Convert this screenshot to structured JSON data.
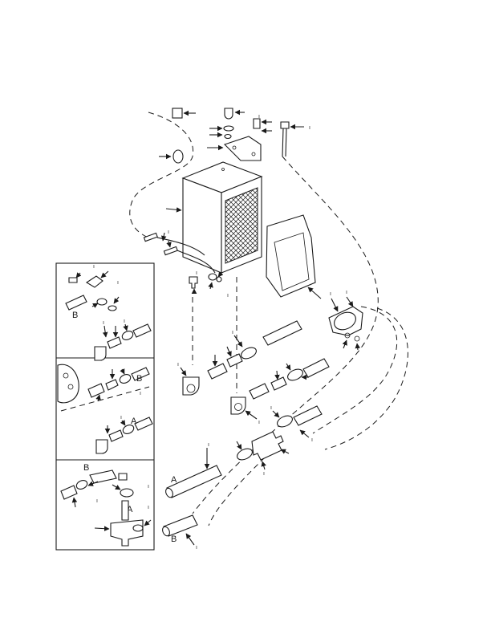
{
  "labels": {
    "hose_a": "A",
    "hose_b": "B",
    "inset1_b": "B",
    "inset2_a": "A",
    "inset2_b": "B",
    "inset3_b": "B",
    "inset3_a": "A"
  },
  "colors": {
    "line": "#1a1a1a",
    "background": "#ffffff"
  }
}
